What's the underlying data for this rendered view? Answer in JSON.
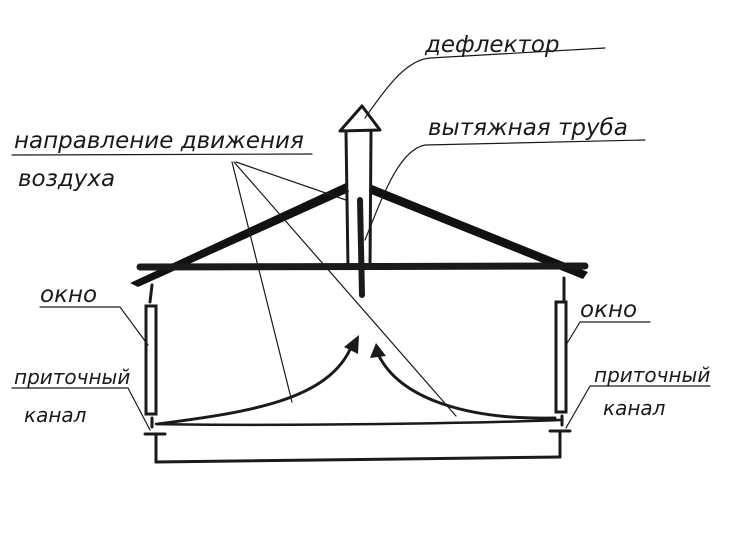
{
  "labels": {
    "deflector": "дефлектор",
    "exhaust_pipe": "вытяжная труба",
    "air_direction_line1": "направление движения",
    "air_direction_line2": "воздуха",
    "window_left": "окно",
    "window_right": "окно",
    "inlet_left_line1": "приточный",
    "inlet_left_line2": "канал",
    "inlet_right_line1": "приточный",
    "inlet_right_line2": "канал"
  },
  "colors": {
    "ink": "#1a1a1a",
    "roof_fill": "#111111",
    "background": "#ffffff"
  }
}
